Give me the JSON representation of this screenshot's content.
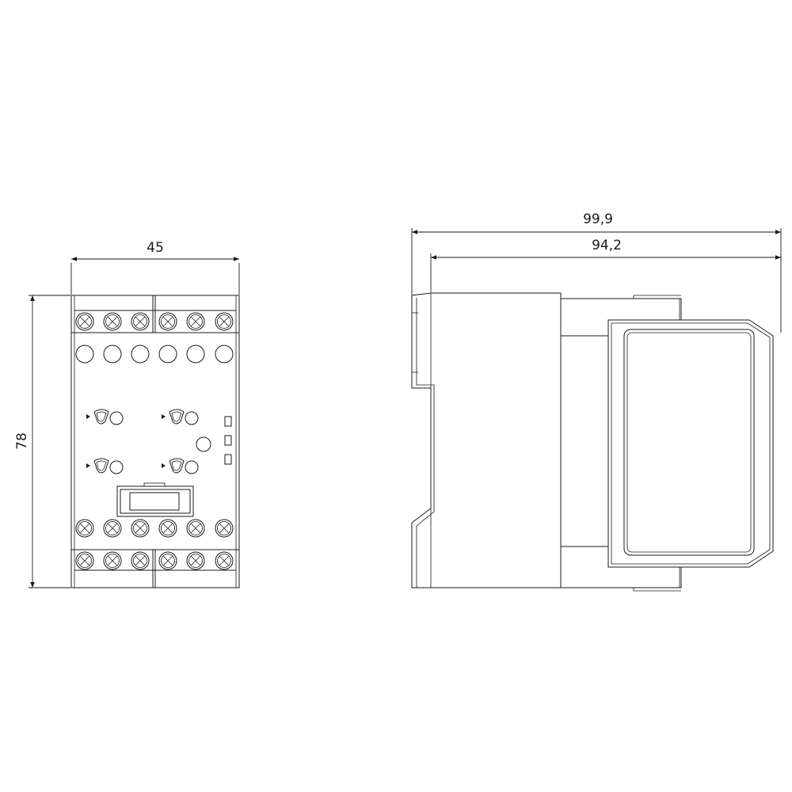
{
  "front_view": {
    "width_dim": "45",
    "height_dim": "78"
  },
  "side_view": {
    "total_depth_dim": "99,9",
    "body_depth_dim": "94,2"
  }
}
